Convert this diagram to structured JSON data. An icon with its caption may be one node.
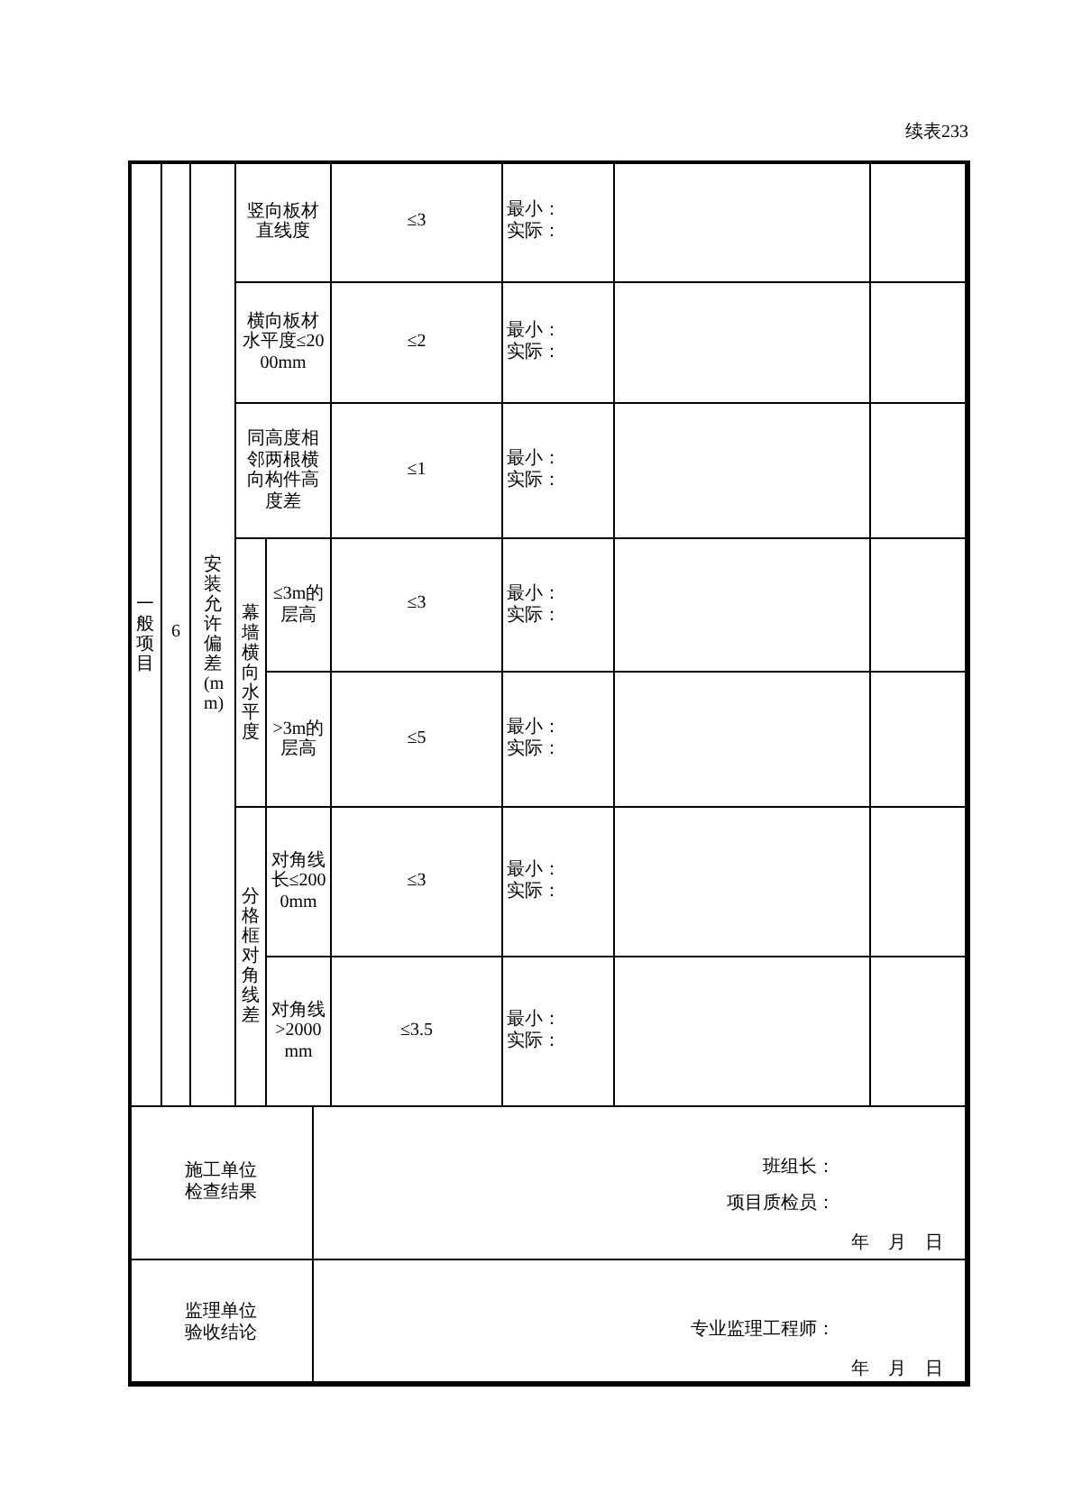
{
  "diagram": {
    "labels": [
      "续表233",
      "一般项目",
      "6",
      "安装允许偏差(mm)",
      "竖向板材直线度",
      "≤3",
      "最小：",
      "实际：",
      "横向板材水平度≤2000mm",
      "≤2",
      "最小：",
      "实际：",
      "同高度相邻两根横向构件高度差",
      "≤1",
      "最小：",
      "实际：",
      "幕墙横向水平度",
      "≤3m的层高",
      "≤3",
      "最小：",
      "实际：",
      ">3m的层高",
      "≤5",
      "最小：",
      "实际：",
      "分格框对角线差",
      "对角线长≤2000mm",
      "≤3",
      "最小：",
      "实际：",
      "对角线>2000mm",
      "≤3.5",
      "最小：",
      "实际：",
      "施工单位检查结果",
      "班组长：",
      "项目质检员：",
      "年 月 日",
      "监理单位验收结论",
      "专业监理工程师：",
      "年 月 日"
    ]
  }
}
